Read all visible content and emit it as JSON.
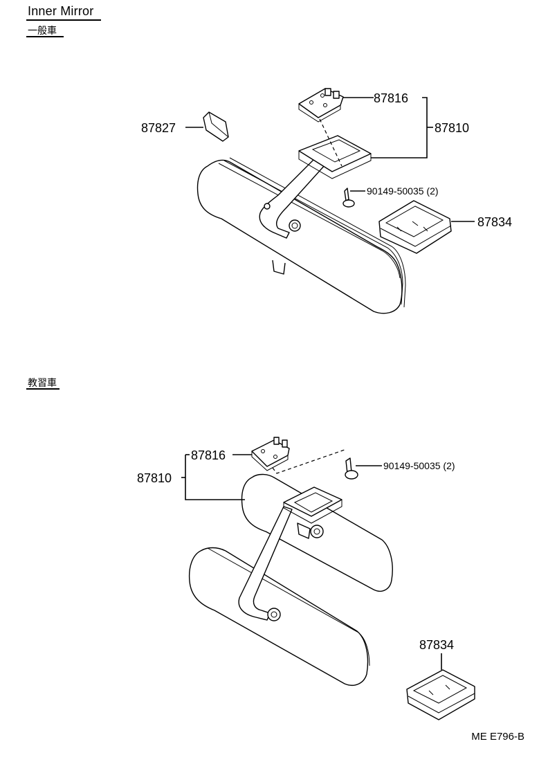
{
  "header": {
    "title": "Inner Mirror",
    "section1": "一般車",
    "section2": "教習車"
  },
  "diagram1": {
    "p87816": "87816",
    "p87810": "87810",
    "p87827": "87827",
    "screw": "90149-50035 (2)",
    "p87834": "87834"
  },
  "diagram2": {
    "p87816": "87816",
    "p87810": "87810",
    "screw": "90149-50035 (2)",
    "p87834": "87834"
  },
  "footer": {
    "code": "ME E796-B"
  }
}
